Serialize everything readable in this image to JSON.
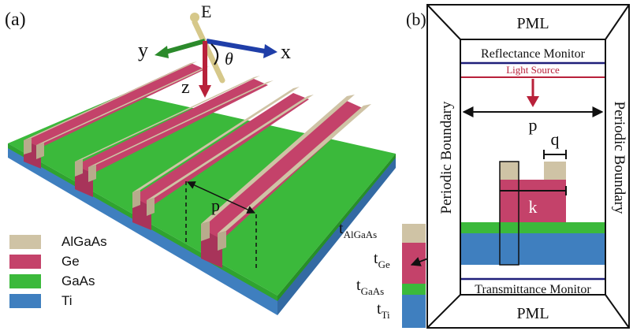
{
  "panel_a": {
    "label": "(a)",
    "axes": {
      "e": "E",
      "x": "x",
      "y": "y",
      "z": "z",
      "theta": "θ"
    },
    "period_label": "p"
  },
  "legend": [
    {
      "name": "AlGaAs",
      "color": "#cfc3a5"
    },
    {
      "name": "Ge",
      "color": "#c4426a"
    },
    {
      "name": "GaAs",
      "color": "#3bb93b"
    },
    {
      "name": "Ti",
      "color": "#3f7fbf"
    }
  ],
  "panel_b": {
    "label": "(b)",
    "pml_top": "PML",
    "pml_bottom": "PML",
    "reflectance": "Reflectance Monitor",
    "light_source": "Light Source",
    "transmittance": "Transmittance Monitor",
    "periodic_left": "Periodic Boundary",
    "periodic_right": "Periodic Boundary",
    "p": "p",
    "q": "q",
    "k": "k"
  },
  "thickness_labels": {
    "algaas": {
      "t": "t",
      "sub": "AlGaAs"
    },
    "ge": {
      "t": "t",
      "sub": "Ge"
    },
    "gaas": {
      "t": "t",
      "sub": "GaAs"
    },
    "ti": {
      "t": "t",
      "sub": "Ti"
    }
  },
  "colors": {
    "algaas": "#cfc3a5",
    "ge": "#c4426a",
    "gaas": "#3bb93b",
    "ti": "#3f7fbf",
    "monitor": "#1f1f7a",
    "source": "#b8213a"
  }
}
